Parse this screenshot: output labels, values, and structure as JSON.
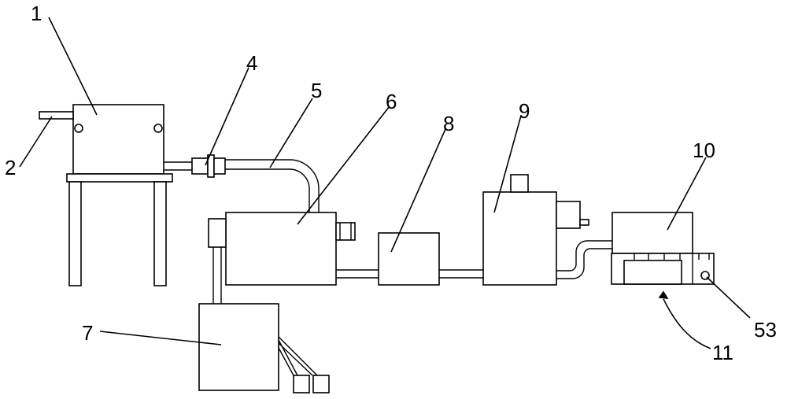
{
  "labels": {
    "l1": "1",
    "l2": "2",
    "l4": "4",
    "l5": "5",
    "l6": "6",
    "l7": "7",
    "l8": "8",
    "l9": "9",
    "l10": "10",
    "l11": "11",
    "l53": "53"
  },
  "colors": {
    "line": "#000000",
    "background": "#ffffff"
  }
}
